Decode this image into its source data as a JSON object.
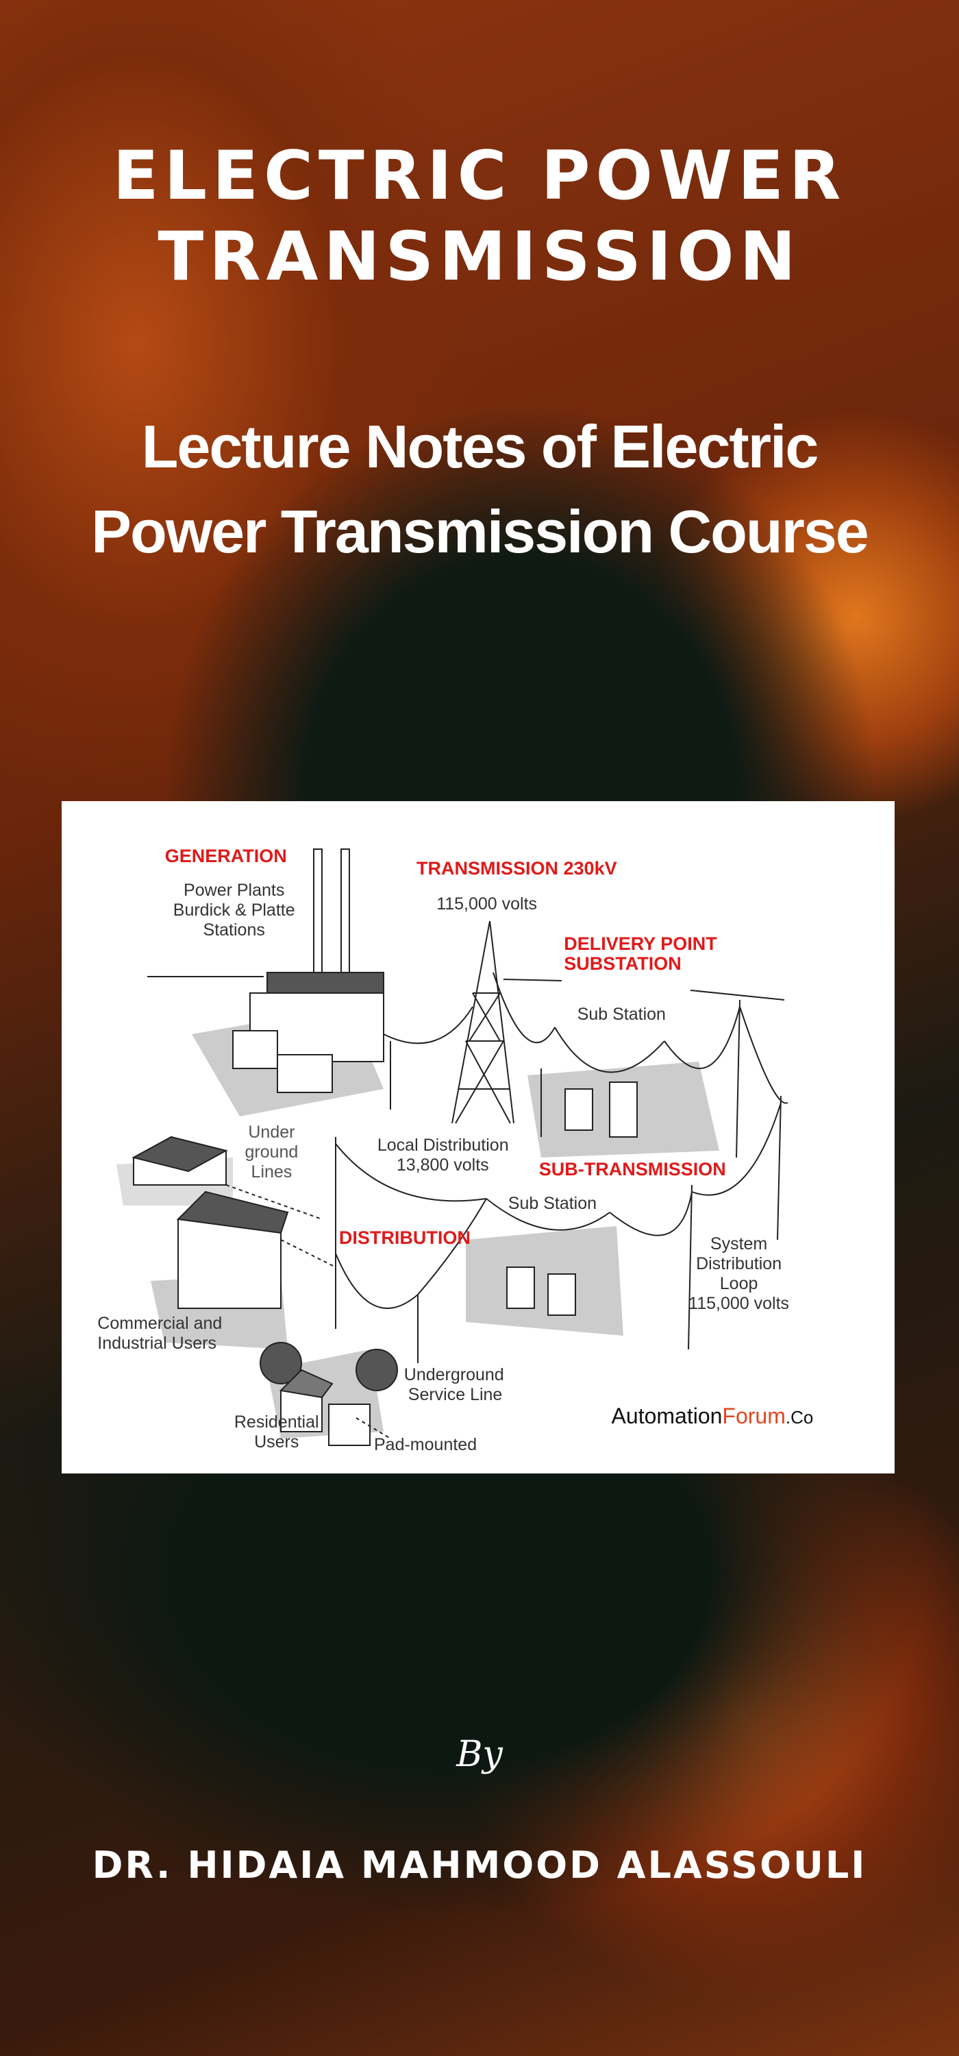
{
  "cover": {
    "title_lines": [
      "ELECTRIC POWER",
      "TRANSMISSION"
    ],
    "subtitle_lines": [
      "Lecture Notes of Electric",
      "Power Transmission Course"
    ],
    "by": "By",
    "author": "DR. HIDAIA MAHMOOD ALASSOULI"
  },
  "diagram": {
    "generation": "GENERATION",
    "power_plants": [
      "Power Plants",
      "Burdick & Platte",
      "Stations"
    ],
    "transmission": "TRANSMISSION 230kV",
    "transmission_volts": "115,000 volts",
    "delivery_point": [
      "DELIVERY POINT",
      "SUBSTATION"
    ],
    "sub_station_1": "Sub Station",
    "underground_lines": [
      "Under",
      "ground",
      "Lines"
    ],
    "local_distribution": [
      "Local Distribution",
      "13,800 volts"
    ],
    "sub_transmission": "SUB-TRANSMISSION",
    "sub_station_2": "Sub Station",
    "distribution": "DISTRIBUTION",
    "system_loop": [
      "System",
      "Distribution",
      "Loop",
      "115,000 volts"
    ],
    "commercial": [
      "Commercial and",
      "Industrial Users"
    ],
    "underground_service": [
      "Underground",
      "Service Line"
    ],
    "residential": [
      "Residential",
      "Users"
    ],
    "pad_mounted": "Pad-mounted",
    "logo": {
      "part1": "Automation",
      "part2": "Forum",
      "part3": ".Co"
    }
  }
}
